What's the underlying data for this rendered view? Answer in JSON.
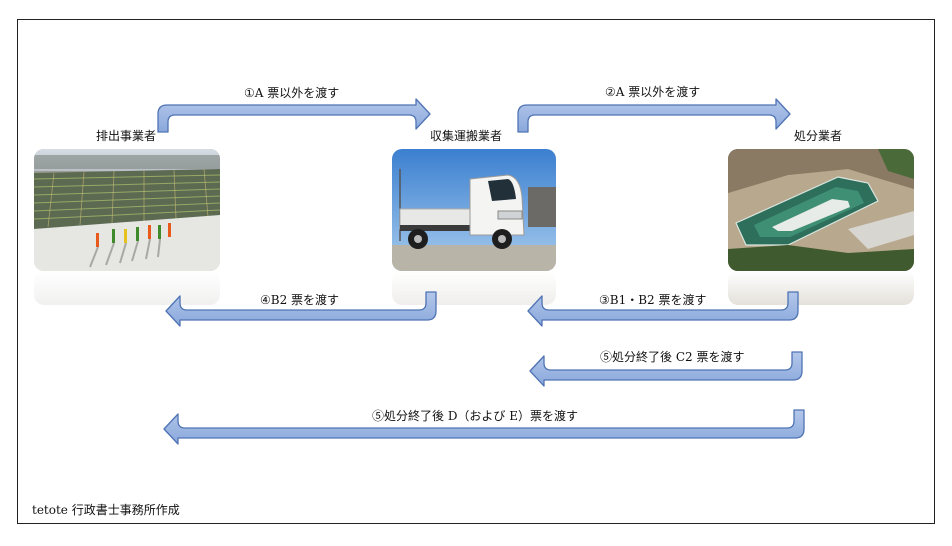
{
  "parties": {
    "discharger": "排出事業者",
    "collector": "収集運搬業者",
    "disposer": "処分業者"
  },
  "arrows": {
    "a1": "①A 票以外を渡す",
    "a2": "②A 票以外を渡す",
    "a3": "③B1・B2 票を渡す",
    "a4": "④B2 票を渡す",
    "a5a": "⑤処分終了後 C2 票を渡す",
    "a5b": "⑤処分終了後 D（および E）票を渡す"
  },
  "credit": "tetote 行政書士事務所作成",
  "colors": {
    "arrow_fill": "#9db7e0",
    "arrow_stroke": "#4f73b3",
    "border": "#222222"
  },
  "icons": {
    "discharger_photo": "construction-site-photo",
    "collector_photo": "truck-photo",
    "disposer_photo": "landfill-aerial-photo"
  }
}
